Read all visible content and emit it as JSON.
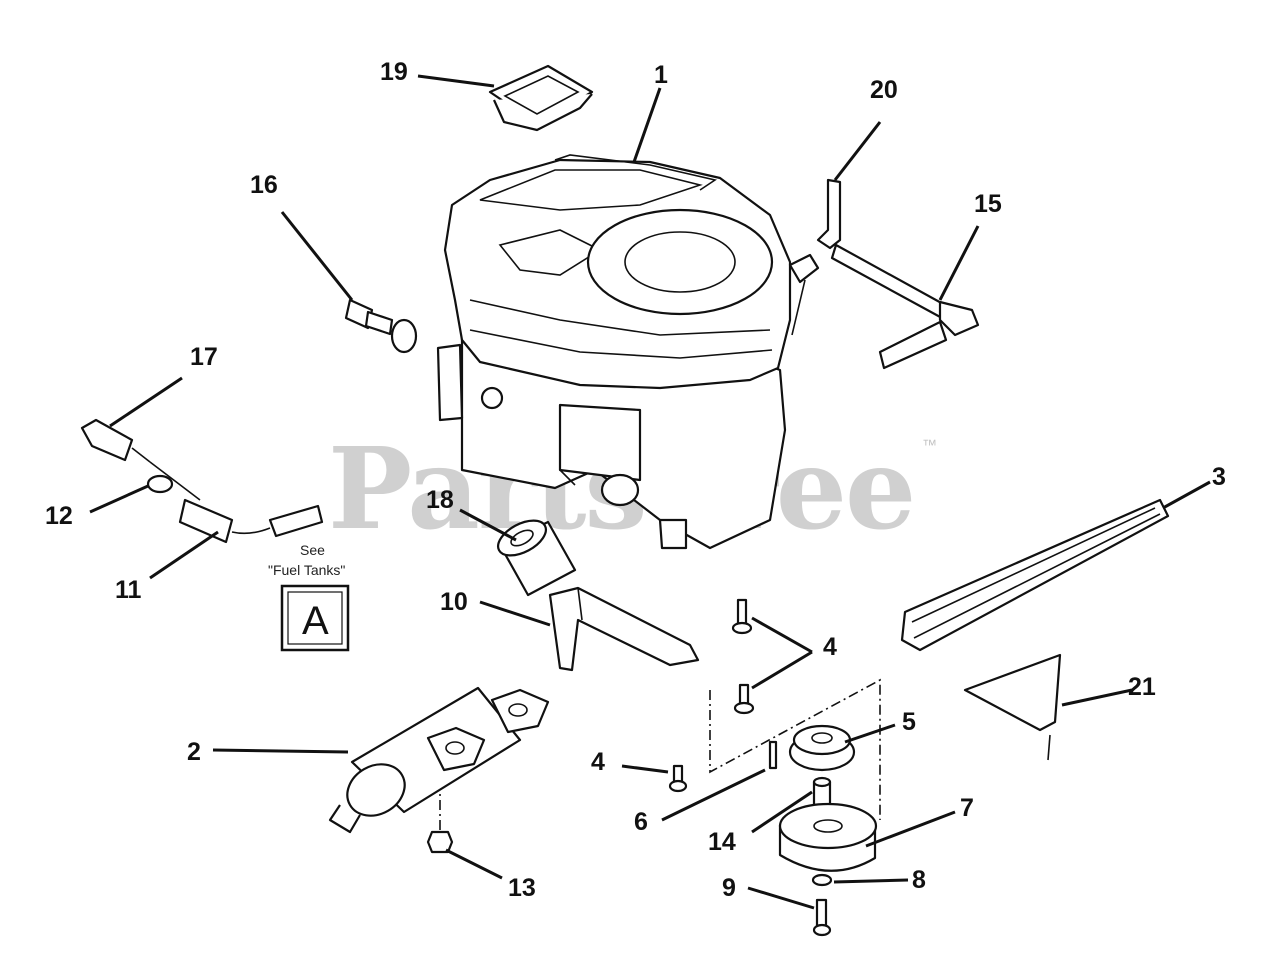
{
  "watermark": {
    "text": "PartsTree",
    "trademark": "™"
  },
  "reference_box": {
    "line1": "See",
    "line2": "\"Fuel Tanks\"",
    "letter": "A"
  },
  "parts": [
    {
      "id": "1",
      "label": "1"
    },
    {
      "id": "2",
      "label": "2"
    },
    {
      "id": "3",
      "label": "3"
    },
    {
      "id": "4a",
      "label": "4"
    },
    {
      "id": "4b",
      "label": "4"
    },
    {
      "id": "5",
      "label": "5"
    },
    {
      "id": "6",
      "label": "6"
    },
    {
      "id": "7",
      "label": "7"
    },
    {
      "id": "8",
      "label": "8"
    },
    {
      "id": "9",
      "label": "9"
    },
    {
      "id": "10",
      "label": "10"
    },
    {
      "id": "11",
      "label": "11"
    },
    {
      "id": "12",
      "label": "12"
    },
    {
      "id": "13",
      "label": "13"
    },
    {
      "id": "14",
      "label": "14"
    },
    {
      "id": "15",
      "label": "15"
    },
    {
      "id": "16",
      "label": "16"
    },
    {
      "id": "17",
      "label": "17"
    },
    {
      "id": "18",
      "label": "18"
    },
    {
      "id": "19",
      "label": "19"
    },
    {
      "id": "20",
      "label": "20"
    },
    {
      "id": "21",
      "label": "21"
    }
  ]
}
